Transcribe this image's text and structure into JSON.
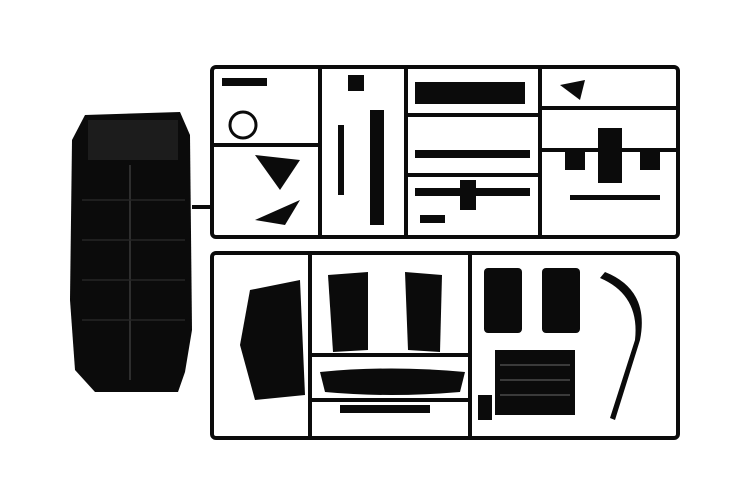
{
  "colors": {
    "background": "#ffffff",
    "plastic": "#0b0b0b",
    "highlight": "#3a3a3a"
  },
  "parts": {
    "chassis": "car-chassis-floor-pan",
    "upper_sprue": "upper-parts-frame",
    "lower_sprue": "lower-parts-frame"
  }
}
